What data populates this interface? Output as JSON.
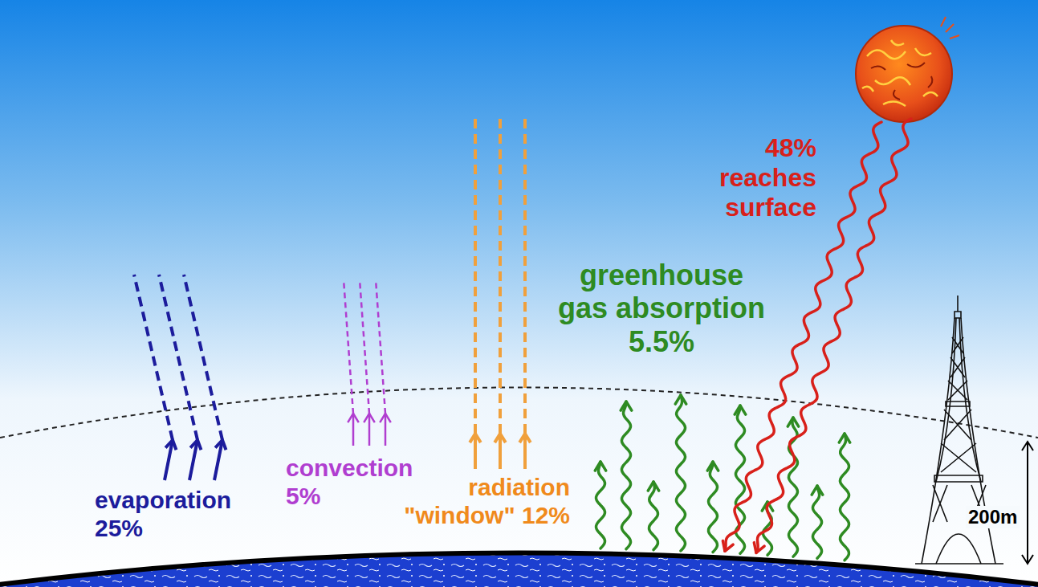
{
  "diagram": {
    "labels": [
      "48% reaches surface",
      "greenhouse gas absorption 5.5%",
      "evaporation 25%",
      "convection 5%",
      "radiation \"window\" 12%",
      "200m"
    ]
  }
}
